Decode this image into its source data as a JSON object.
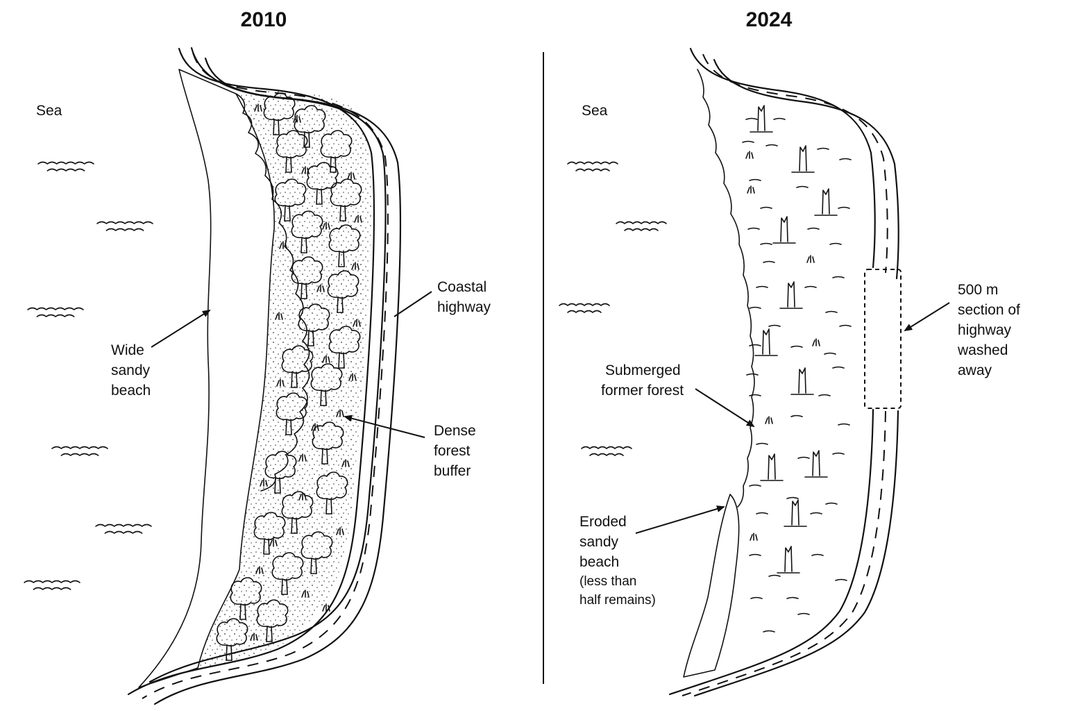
{
  "panels": [
    {
      "year": "2010",
      "sea_label": "Sea",
      "labels": {
        "beach": [
          "Wide",
          "sandy",
          "beach"
        ],
        "highway": [
          "Coastal",
          "highway"
        ],
        "forest": [
          "Dense",
          "forest",
          "buffer"
        ]
      }
    },
    {
      "year": "2024",
      "sea_label": "Sea",
      "labels": {
        "washout": [
          "500 m",
          "section of",
          "highway",
          "washed",
          "away"
        ],
        "submerged": [
          "Submerged",
          "former forest"
        ],
        "eroded": [
          "Eroded",
          "sandy",
          "beach"
        ],
        "eroded_note": [
          "(less than",
          "half remains)"
        ]
      }
    }
  ]
}
